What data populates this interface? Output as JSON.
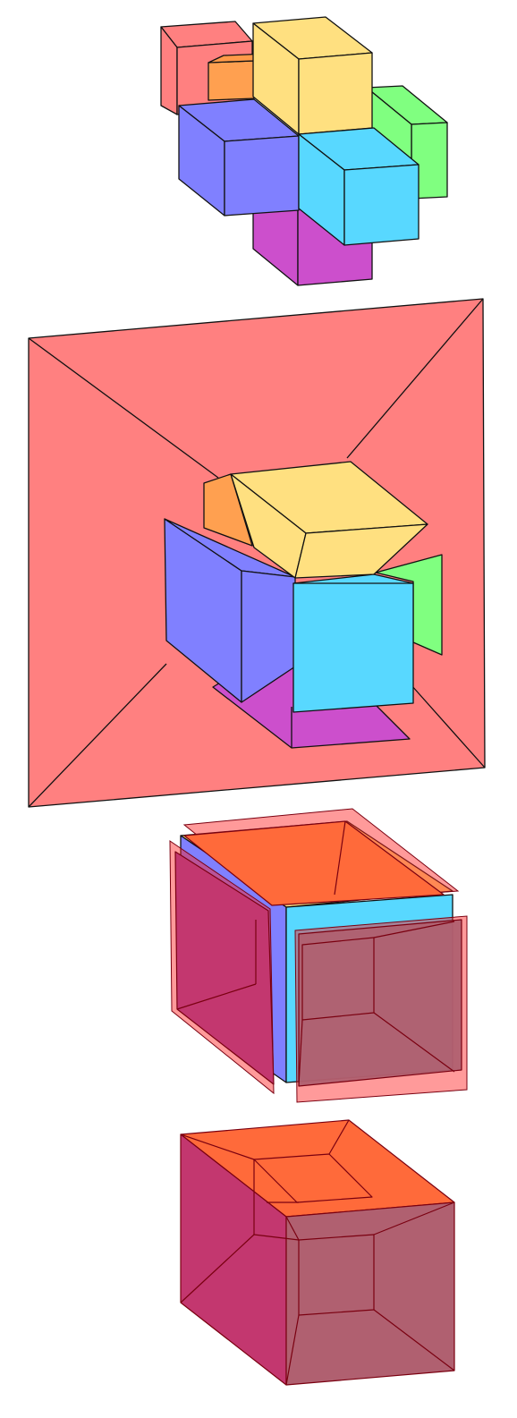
{
  "figure": {
    "panels": [
      "unfolded-cross-net",
      "folding-into-outer-cell",
      "translucent-overlay",
      "tesseract-projection"
    ]
  },
  "colors": {
    "red": "#ff8080",
    "orange": "#ffa050",
    "yellow": "#ffe080",
    "green": "#80ff80",
    "blue": "#8080ff",
    "cyan": "#58d8ff",
    "magenta": "#cc4fcc",
    "crimson": "#c3376f",
    "tomato": "#ff6a3a",
    "mauve": "#b06070"
  }
}
